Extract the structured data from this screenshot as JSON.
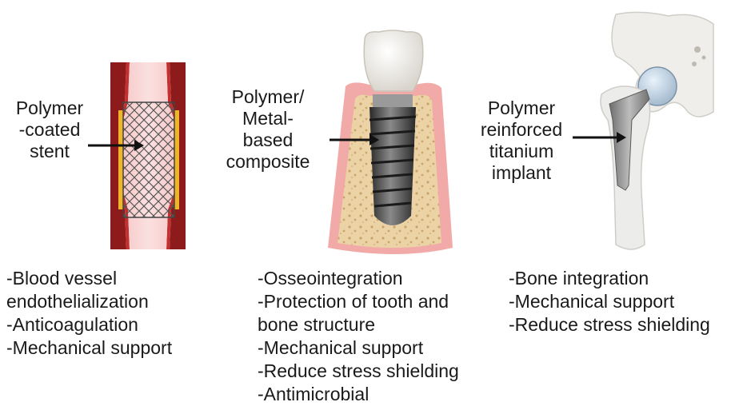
{
  "panels": [
    {
      "title_lines": [
        "Polymer",
        "-coated",
        "stent"
      ],
      "benefits": [
        "-Blood vessel",
        "endothelialization",
        "-Anticoagulation",
        "-Mechanical support"
      ]
    },
    {
      "title_lines": [
        "Polymer/",
        "Metal-",
        "based",
        "composite"
      ],
      "benefits": [
        "-Osseointegration",
        "-Protection of tooth and",
        "bone structure",
        "-Mechanical support",
        "-Reduce stress shielding",
        "-Antimicrobial"
      ]
    },
    {
      "title_lines": [
        "Polymer",
        "reinforced",
        "titanium",
        "implant"
      ],
      "benefits": [
        "-Bone integration",
        "-Mechanical support",
        "-Reduce stress shielding"
      ]
    }
  ]
}
